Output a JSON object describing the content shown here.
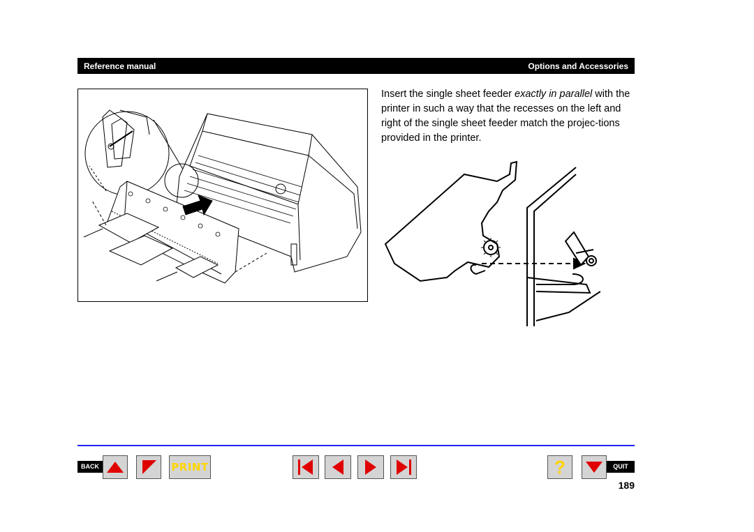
{
  "header": {
    "left_title": "Reference manual",
    "right_title": "Options and Accessories"
  },
  "body": {
    "text_before": "Insert the single sheet feeder ",
    "text_emphasis": "exactly in parallel",
    "text_after": " with the printer in such a way that the recesses on the left and right of the single sheet feeder match the projec-tions provided in the printer."
  },
  "footer": {
    "back_label": "BACK",
    "print_label": "PRINT",
    "help_label": "?",
    "quit_label": "QUIT",
    "page_number": "189"
  },
  "colors": {
    "header_bg": "#000000",
    "rule": "#2020ee",
    "arrow_red": "#e00000",
    "button_gray": "#d4d4d4",
    "print_yellow": "#ffd400"
  },
  "icons": {
    "back_up": "triangle-up-icon",
    "back_corner": "corner-arrow-icon",
    "first_page": "first-page-icon",
    "prev_page": "prev-page-icon",
    "next_page": "next-page-icon",
    "last_page": "last-page-icon",
    "help": "question-icon",
    "quit_down": "triangle-down-icon"
  }
}
